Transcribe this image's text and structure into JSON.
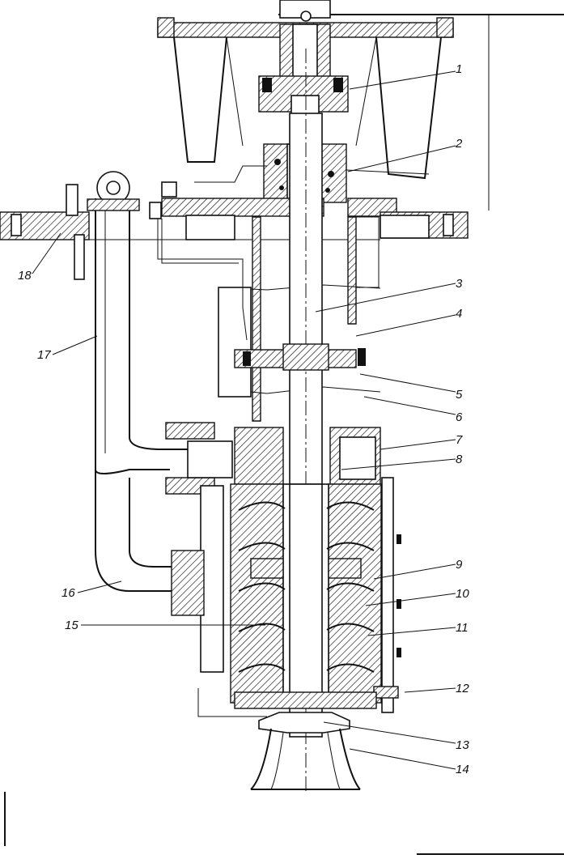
{
  "drawing": {
    "type": "sectional assembly drawing of a vertical multistage pump",
    "callouts": [
      {
        "id": "label-1",
        "text": "1"
      },
      {
        "id": "label-2",
        "text": "2"
      },
      {
        "id": "label-3",
        "text": "3"
      },
      {
        "id": "label-4",
        "text": "4"
      },
      {
        "id": "label-5",
        "text": "5"
      },
      {
        "id": "label-6",
        "text": "6"
      },
      {
        "id": "label-7",
        "text": "7"
      },
      {
        "id": "label-8",
        "text": "8"
      },
      {
        "id": "label-9",
        "text": "9"
      },
      {
        "id": "label-10",
        "text": "10"
      },
      {
        "id": "label-11",
        "text": "11"
      },
      {
        "id": "label-12",
        "text": "12"
      },
      {
        "id": "label-13",
        "text": "13"
      },
      {
        "id": "label-14",
        "text": "14"
      },
      {
        "id": "label-15",
        "text": "15"
      },
      {
        "id": "label-16",
        "text": "16"
      },
      {
        "id": "label-17",
        "text": "17"
      },
      {
        "id": "label-18",
        "text": "18"
      }
    ]
  }
}
